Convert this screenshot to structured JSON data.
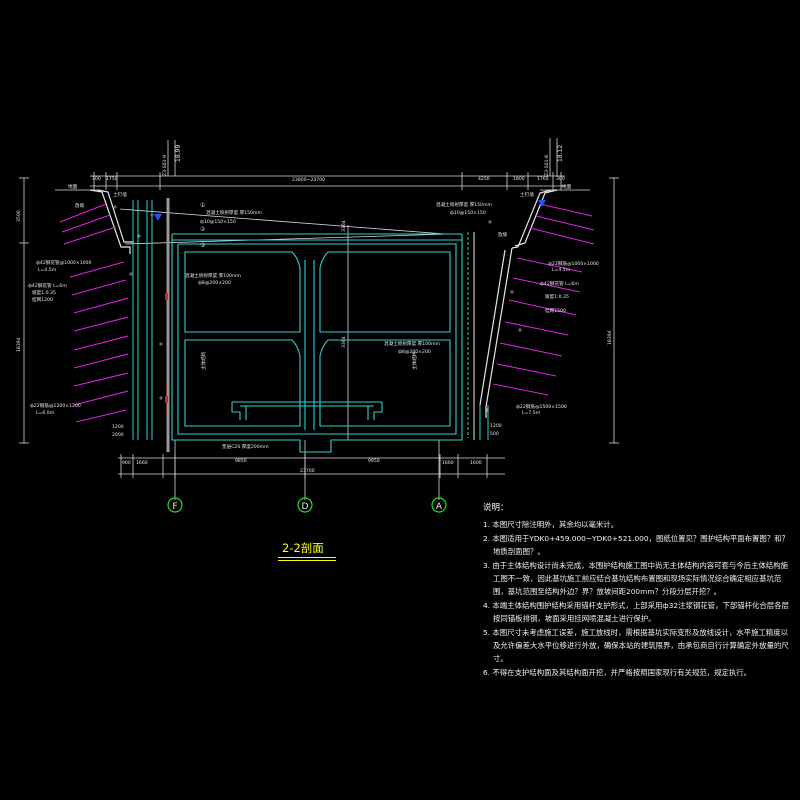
{
  "drawing": {
    "section_title": "2-2剖面",
    "axes": [
      "F",
      "D",
      "A"
    ],
    "stations": [
      "Z3-S01-9",
      "18.99",
      "Z3-S01-8",
      "18.12"
    ],
    "dimensions": {
      "top_left_a": "300",
      "top_left_b": "1750",
      "top_span": "23800~23700",
      "top_right_a": "4250",
      "top_right_b": "1800",
      "top_right_c": "1765",
      "top_right_d": "300",
      "left_height_upper": "3500",
      "left_height_total": "18394",
      "right_height_total": "18394",
      "mid_height": "3364",
      "bottom_total": "23700",
      "bottom_left": "9850",
      "bottom_right": "9950",
      "bottom_left_small_a": "900",
      "bottom_left_small_b": "1660",
      "bottom_right_small_a": "1660",
      "bottom_right_small_b": "1600"
    },
    "labels": {
      "slope_left": "放坡",
      "slope_right": "放坡",
      "ground_left": "地面",
      "ground_right": "地面",
      "soil_nail_left": "土钉墙",
      "soil_nail_right": "土钉墙",
      "spec_left_1": "ф42钢花管@1000×1000",
      "spec_left_1b": "L=4.5m",
      "spec_left_2": "ф42钢花管 L=6m",
      "spec_left_3": "坡度1:0.35",
      "spec_left_4": "挂网1200",
      "spec_left_bottom": "ф22钢筋@1200×1200",
      "spec_left_bottom_b": "L=6.0m",
      "spec_right_1": "ф22钢筋@1000×1000",
      "spec_right_1b": "L=4.5m",
      "spec_right_2": "ф42钢花管 L=6m",
      "spec_right_3": "坡度1:0.35",
      "spec_right_4": "挂网1500",
      "spec_right_bottom": "ф22钢筋@1500×1500",
      "spec_right_bottom_b": "L=7.5m",
      "wall_top_left": "混凝土喷射厚度 厚150mm",
      "wall_top_left_b": "ф10@150×150",
      "wall_top_right": "混凝土喷射厚度 厚150mm",
      "wall_top_right_b": "ф10@150×150",
      "wall_mid_left": "混凝土喷射厚度 厚100mm",
      "wall_mid_left_b": "ф8@200×200",
      "wall_mid_right": "混凝土喷射厚度 厚100mm",
      "wall_mid_right_b": "ф8@200×200",
      "bottom_note": "垫层C20 厚度200mm",
      "inner_left": "主体结构",
      "inner_right": "主体结构",
      "level_a": "①",
      "level_b": "②",
      "level_c": "③",
      "left_bottom_a": "1200",
      "left_bottom_b": "2000",
      "right_bottom_a": "1200",
      "right_bottom_b": "500"
    }
  },
  "notes": {
    "heading": "说明：",
    "items": [
      "1. 本图尺寸除注明外，其余均以毫米计。",
      "2. 本图适用于YDK0+459.000~YDK0+521.000，图纸位置见？围护结构平面布置图？和？地质剖面图？。",
      "3. 由于主体结构设计尚未完成，本围护结构施工图中尚无主体结构内容可套与今后主体结构施工图不一致，因此基坑施工前应结合基坑结构布置图和现场实际情况综合确定相应基坑范围，基坑范围至结构外边？界？放坡间距200mm？分段分层开挖？。",
      "4. 本端主体结构围护结构采用锚杆支护形式，上部采用ф32注浆钢花管，下部锚杆化合层各层按同锚板排钢，坡面采用挂网喷混凝土进行保护。",
      "5. 本图尺寸未考虑施工误差，施工放线时，需根据基坑实际变形及放线设计，水平施工精度以及允许偏差大水平位移进行外放，确保本站的建筑限界，由承包商自行计算确定外放量的尺寸。",
      "6. 不得在支护结构面及其结构面开挖，并严格按照国家现行有关规范，规定执行。"
    ]
  }
}
